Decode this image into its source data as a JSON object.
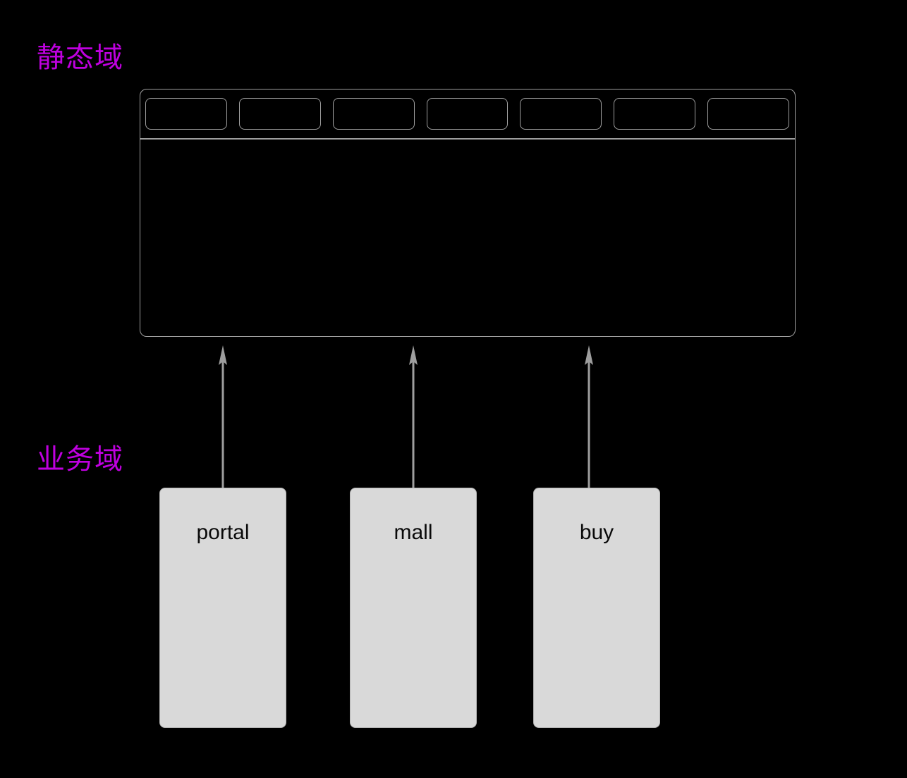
{
  "diagram": {
    "background_color": "#000000",
    "sections": [
      {
        "id": "static-domain",
        "label": "静态域",
        "label_color": "#bf00df"
      },
      {
        "id": "business-domain",
        "label": "业务域",
        "label_color": "#bf00df"
      }
    ],
    "shell": {
      "name": "static-domain-shell",
      "border_color": "#9e9e9e",
      "tabs": [
        {
          "label": ""
        },
        {
          "label": ""
        },
        {
          "label": ""
        },
        {
          "label": ""
        },
        {
          "label": ""
        },
        {
          "label": ""
        },
        {
          "label": ""
        }
      ],
      "tab_count": 7,
      "body_label": ""
    },
    "services": [
      {
        "id": "portal",
        "label": "portal",
        "fill": "#d9d9d9",
        "text_color": "#0a0a0a"
      },
      {
        "id": "mall",
        "label": "mall",
        "fill": "#d9d9d9",
        "text_color": "#0a0a0a"
      },
      {
        "id": "buy",
        "label": "buy",
        "fill": "#d9d9d9",
        "text_color": "#0a0a0a"
      }
    ],
    "connectors": [
      {
        "id": "portal-to-shell",
        "from": "portal",
        "to": "static-domain-shell",
        "direction": "up",
        "color": "#9e9e9e",
        "label": ""
      },
      {
        "id": "mall-to-shell",
        "from": "mall",
        "to": "static-domain-shell",
        "direction": "up",
        "color": "#9e9e9e",
        "label": ""
      },
      {
        "id": "buy-to-shell",
        "from": "buy",
        "to": "static-domain-shell",
        "direction": "up",
        "color": "#9e9e9e",
        "label": ""
      }
    ]
  }
}
